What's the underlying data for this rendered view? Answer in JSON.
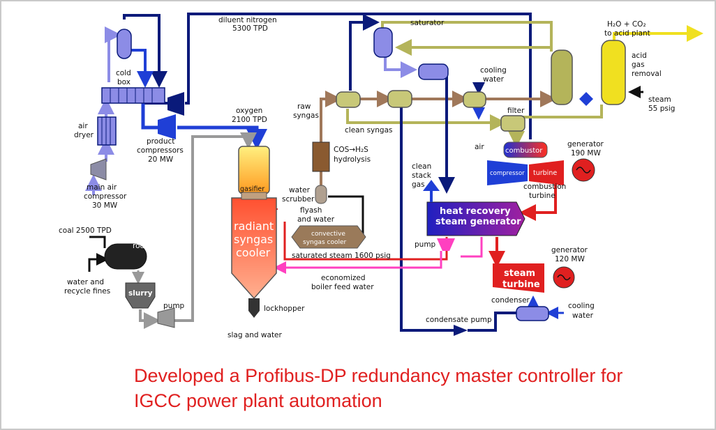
{
  "labels": {
    "diluent_nitrogen": "diluent nitrogen",
    "diluent_nitrogen_tpd": "5300 TPD",
    "saturator": "saturator",
    "h2o_co2": "H₂O + CO₂",
    "to_acid_plant": "to acid plant",
    "acid": "acid",
    "gas": "gas",
    "removal": "removal",
    "steam": "steam",
    "steam_psig": "55 psig",
    "cold": "cold",
    "box": "box",
    "cooling": "cooling",
    "water": "water",
    "raw": "raw",
    "syngas": "syngas",
    "clean_syngas": "clean syngas",
    "filter": "filter",
    "oxygen": "oxygen",
    "oxygen_tpd": "2100 TPD",
    "air_dryer_1": "air",
    "air_dryer_2": "dryer",
    "product_compressors_1": "product",
    "product_compressors_2": "compressors",
    "product_compressors_3": "20 MW",
    "cos_h2s": "COS→H₂S",
    "hydrolysis": "hydrolysis",
    "air": "air",
    "combustor": "combustor",
    "generator_top": "generator",
    "generator_top_mw": "190 MW",
    "main_air_1": "main air",
    "main_air_2": "compressor",
    "main_air_3": "30 MW",
    "gasifier": "gasifier",
    "clean_stack_1": "clean",
    "clean_stack_2": "stack",
    "clean_stack_3": "gas",
    "compressor": "compressor",
    "turbine": "turbine",
    "combustion_turbine_1": "combustion",
    "combustion_turbine_2": "turbine",
    "water_scrubber_1": "water",
    "water_scrubber_2": "scrubber",
    "flyash_1": "flyash",
    "flyash_2": "and water",
    "heat_recovery_1": "heat recovery",
    "heat_recovery_2": "steam generator",
    "radiant_1": "radiant",
    "radiant_2": "syngas",
    "radiant_3": "cooler",
    "convective_1": "convective",
    "convective_2": "syngas cooler",
    "coal": "coal 2500 TPD",
    "rod_mill": "rod mill",
    "pump_hrsg": "pump",
    "generator_bottom": "generator",
    "generator_bottom_mw": "120 MW",
    "saturated_steam": "saturated steam 1600 psig",
    "water_recycle_1": "water and",
    "water_recycle_2": "recycle fines",
    "slurry": "slurry",
    "steam_turbine_1": "steam",
    "steam_turbine_2": "turbine",
    "economized_1": "economized",
    "economized_2": "boiler feed water",
    "condenser": "condenser",
    "cooling_b1": "cooling",
    "cooling_b2": "water",
    "pump_slurry": "pump",
    "condensate_pump": "condensate pump",
    "lockhopper": "lockhopper",
    "slag": "slag and water"
  },
  "caption": {
    "line1": "Developed a Profibus-DP redundancy master controller for",
    "line2": "IGCC power plant automation"
  },
  "colors": {
    "air_flow": "#8c8ce6",
    "oxygen_nitrogen": "#1f3fd6",
    "dark_steam": "#0a1a7a",
    "raw_syngas": "#a0785a",
    "clean_syngas": "#b4b45a",
    "red_steam": "#e02020",
    "boiler_feed": "#ff40c0",
    "caption": "#e02020"
  }
}
